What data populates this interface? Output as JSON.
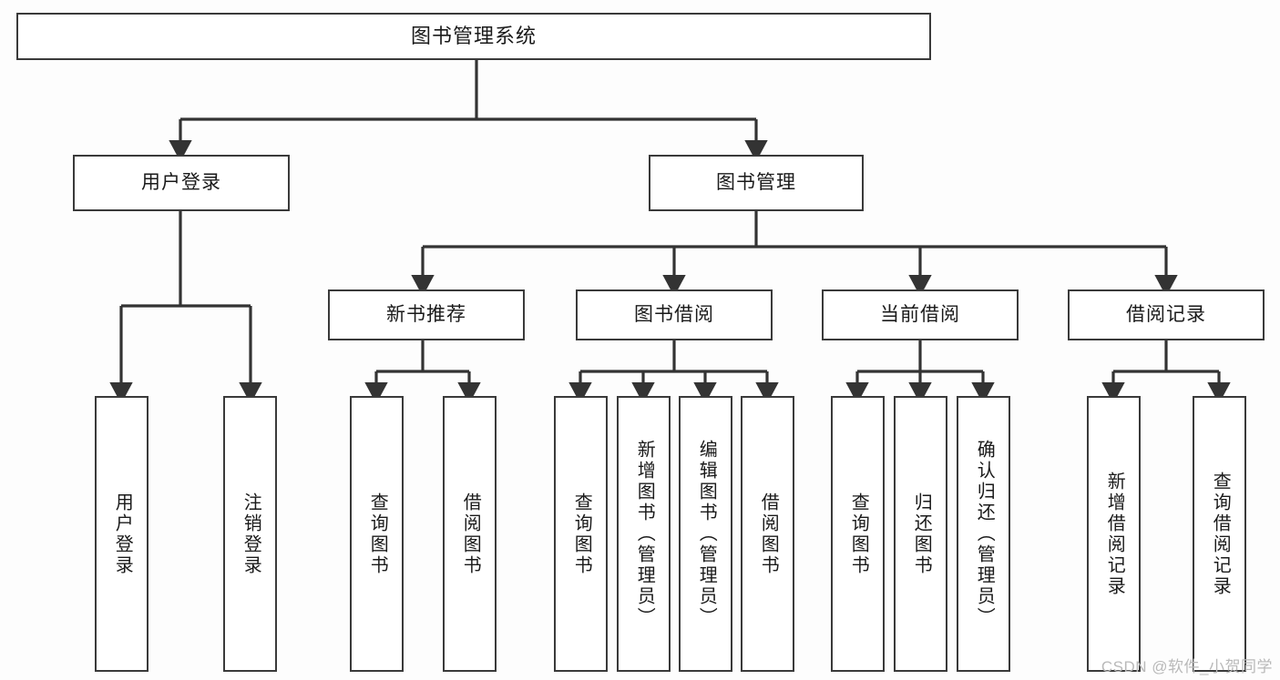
{
  "diagram": {
    "title": "图书管理系统",
    "type": "tree-hierarchy-chart",
    "colors": {
      "background": "#fdfdfd",
      "box_fill": "#ffffff",
      "box_border": "#3a3a3a",
      "text": "#1a1a1a",
      "connector": "#333333",
      "watermark": "#b9b9b9"
    },
    "root": {
      "label": "图书管理系统"
    },
    "level2": [
      {
        "id": "user-login",
        "label": "用户登录"
      },
      {
        "id": "book-management",
        "label": "图书管理"
      }
    ],
    "level3": [
      {
        "id": "new-book-recommend",
        "label": "新书推荐",
        "parent": "book-management"
      },
      {
        "id": "book-borrow",
        "label": "图书借阅",
        "parent": "book-management"
      },
      {
        "id": "current-borrow",
        "label": "当前借阅",
        "parent": "book-management"
      },
      {
        "id": "borrow-record",
        "label": "借阅记录",
        "parent": "book-management"
      }
    ],
    "leaves": {
      "user-login": [
        {
          "id": "leaf-user-login",
          "label": "用户登录"
        },
        {
          "id": "leaf-logout-login",
          "label": "注销登录"
        }
      ],
      "new-book-recommend": [
        {
          "id": "leaf-query-book-1",
          "label": "查询图书"
        },
        {
          "id": "leaf-borrow-book-1",
          "label": "借阅图书"
        }
      ],
      "book-borrow": [
        {
          "id": "leaf-query-book-2",
          "label": "查询图书"
        },
        {
          "id": "leaf-add-book-admin",
          "label": "新增图书（管理员）"
        },
        {
          "id": "leaf-edit-book-admin",
          "label": "编辑图书（管理员）"
        },
        {
          "id": "leaf-borrow-book-2",
          "label": "借阅图书"
        }
      ],
      "current-borrow": [
        {
          "id": "leaf-query-book-3",
          "label": "查询图书"
        },
        {
          "id": "leaf-return-book",
          "label": "归还图书"
        },
        {
          "id": "leaf-confirm-return-admin",
          "label": "确认归还（管理员）"
        }
      ],
      "borrow-record": [
        {
          "id": "leaf-add-borrow-record",
          "label": "新增借阅记录"
        },
        {
          "id": "leaf-query-borrow-record",
          "label": "查询借阅记录"
        }
      ]
    }
  },
  "watermark": {
    "text": "CSDN @软件_小贺同学"
  }
}
